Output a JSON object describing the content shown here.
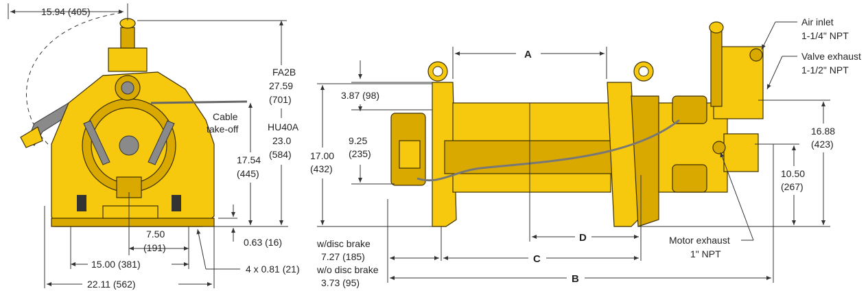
{
  "front_view": {
    "dim_top": "15.94 (405)",
    "cable_takeoff_1": "Cable",
    "cable_takeoff_2": "take-off",
    "fa2b_model": "FA2B",
    "fa2b_in": "27.59",
    "fa2b_mm": "(701)",
    "hu40a_model": "HU40A",
    "hu40a_in": "23.0",
    "hu40a_mm": "(584)",
    "dim_height_in": "17.54",
    "dim_height_mm": "(445)",
    "dim_base": "0.63 (16)",
    "dim_center_in": "7.50",
    "dim_center_mm": "(191)",
    "dim_holes_spacing": "15.00 (381)",
    "dim_holes": "4 x 0.81 (21)",
    "dim_width": "22.11 (562)"
  },
  "side_view": {
    "dim_a": "A",
    "dim_b": "B",
    "dim_c": "C",
    "dim_d": "D",
    "dim_eye": "3.87 (98)",
    "dim_drum_in": "9.25",
    "dim_drum_mm": "(235)",
    "dim_total_h_in": "17.00",
    "dim_total_h_mm": "(432)",
    "disc_brake_with": "w/disc brake",
    "disc_brake_with_val": "7.27 (185)",
    "disc_brake_without": "w/o disc brake",
    "disc_brake_without_val": "3.73 (95)",
    "air_inlet_1": "Air inlet",
    "air_inlet_2": "1-1/4\" NPT",
    "valve_exhaust_1": "Valve exhaust",
    "valve_exhaust_2": "1-1/2\" NPT",
    "motor_exhaust_1": "Motor exhaust",
    "motor_exhaust_2": "1\" NPT",
    "dim_right_in": "16.88",
    "dim_right_mm": "(423)",
    "dim_motor_in": "10.50",
    "dim_motor_mm": "(267)"
  }
}
